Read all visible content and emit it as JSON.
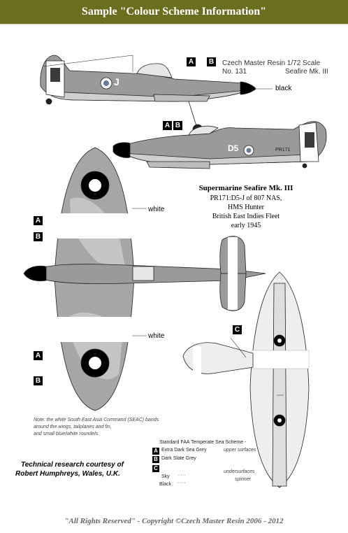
{
  "header": {
    "title": "Sample \"Colour Scheme Information\""
  },
  "product": {
    "line1": "Czech Master Resin 1/72 Scale",
    "number": "No. 131",
    "model": "Seafire Mk. III"
  },
  "markings": {
    "code_side": "D5",
    "code_letter": "J",
    "serial": "PR171"
  },
  "callouts": {
    "black": "black",
    "white_upper": "white",
    "white_lower": "white",
    "label_a": "A",
    "label_b": "B",
    "label_c": "C"
  },
  "aircraft_info": {
    "title": "Supermarine Seafire Mk. III",
    "line1": "PR171:D5-J of 807 NAS,",
    "line2": "HMS Hunter",
    "line3": "British East Indies Fleet",
    "line4": "early 1945"
  },
  "note": {
    "line1": "Note: the white South East Asia Command (SEAC) bands",
    "line2": "around the wings, tailplanes and fin,",
    "line3": "and small blue/white roundels."
  },
  "legend": {
    "scheme_title": "Standard FAA Temperate Sea Scheme -",
    "extra_dark_sea_grey": "Extra Dark Sea Grey",
    "upper_surfaces": "upper surfaces",
    "dark_slate_grey": "Dark Slate Grey",
    "sky": "Sky",
    "undersurfaces": "undersurfaces",
    "black": "Black",
    "spinner": "spinner"
  },
  "credits": {
    "line1": "Technical research courtesy of",
    "line2": "Robert Humphreys, Wales, U.K."
  },
  "footer": {
    "copyright": "\"All Rights Reserved\" - Copyright ©Czech Master Resin 2006 - 2012"
  },
  "colors": {
    "header_bg": "#6b6e1f",
    "extra_dark_sea_grey": "#9a9a9a",
    "dark_slate_grey": "#bcbcbc",
    "sky": "#eeeeee",
    "seac_white": "#ffffff",
    "black": "#000000"
  }
}
